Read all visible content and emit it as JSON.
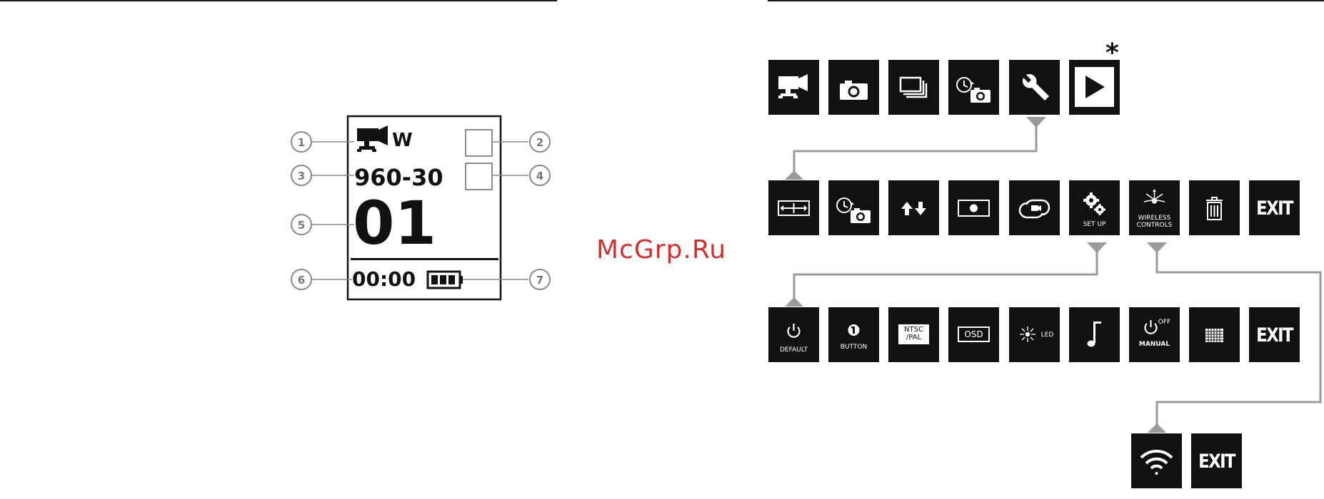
{
  "left_screen": {
    "mode_letter": "W",
    "resolution": "960-30",
    "counter": "01",
    "timer": "00:00",
    "callouts": [
      "1",
      "2",
      "3",
      "4",
      "5",
      "6",
      "7"
    ]
  },
  "watermark": "McGrp.Ru",
  "asterisk": "*",
  "main_menu": [
    {
      "name": "video-mode",
      "icon": "video-camera-icon"
    },
    {
      "name": "photo-mode",
      "icon": "camera-icon"
    },
    {
      "name": "burst-mode",
      "icon": "burst-stack-icon"
    },
    {
      "name": "timelapse-mode",
      "icon": "timelapse-camera-icon"
    },
    {
      "name": "settings",
      "icon": "wrench-icon"
    },
    {
      "name": "playback",
      "icon": "play-icon"
    }
  ],
  "settings_menu": [
    {
      "name": "resolution",
      "icon": "resolution-frame-icon",
      "label": ""
    },
    {
      "name": "timelapse-interval",
      "icon": "timelapse-camera-icon",
      "label": ""
    },
    {
      "name": "upside-down",
      "icon": "up-down-arrows-icon",
      "label": ""
    },
    {
      "name": "spot-meter",
      "icon": "spot-meter-icon",
      "label": ""
    },
    {
      "name": "loop-recording",
      "icon": "loop-icon",
      "label": ""
    },
    {
      "name": "setup",
      "icon": "gears-icon",
      "label": "SET UP"
    },
    {
      "name": "wireless-controls",
      "icon": "wireless-icon",
      "label": "WIRELESS\nCONTROLS"
    },
    {
      "name": "delete",
      "icon": "trash-icon",
      "label": ""
    },
    {
      "name": "exit",
      "icon": "",
      "label": "EXIT"
    }
  ],
  "setup_menu": [
    {
      "name": "default-mode",
      "icon": "power-icon",
      "label": "DEFAULT"
    },
    {
      "name": "one-button",
      "icon": "one-circle-icon",
      "label": "BUTTON"
    },
    {
      "name": "ntsc-pal",
      "icon": "",
      "label": "NTSC\n/PAL"
    },
    {
      "name": "osd",
      "icon": "",
      "label": "OSD"
    },
    {
      "name": "led",
      "icon": "led-icon",
      "label": "LED"
    },
    {
      "name": "sound",
      "icon": "music-note-icon",
      "label": ""
    },
    {
      "name": "manual-off",
      "icon": "power-icon",
      "label": "OFF\nMANUAL"
    },
    {
      "name": "date-time",
      "icon": "grid-calendar-icon",
      "label": ""
    },
    {
      "name": "exit",
      "icon": "",
      "label": "EXIT"
    }
  ],
  "wireless_menu": [
    {
      "name": "wifi",
      "icon": "wifi-icon",
      "label": ""
    },
    {
      "name": "exit",
      "icon": "",
      "label": "EXIT"
    }
  ]
}
